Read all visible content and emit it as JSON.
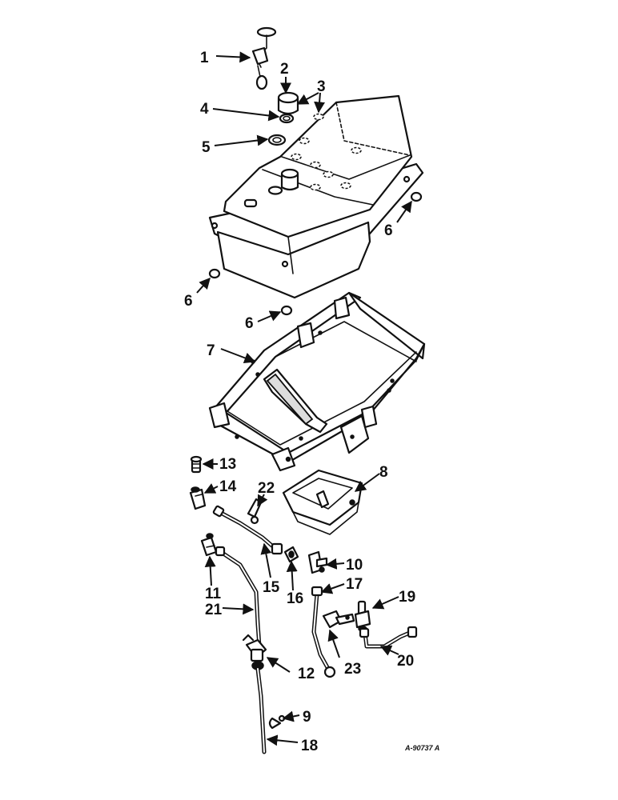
{
  "callouts": {
    "c1": "1",
    "c2": "2",
    "c3": "3",
    "c4": "4",
    "c5": "5",
    "c6a": "6",
    "c6b": "6",
    "c6c": "6",
    "c7": "7",
    "c8": "8",
    "c9": "9",
    "c10": "10",
    "c11": "11",
    "c12": "12",
    "c13": "13",
    "c14": "14",
    "c15": "15",
    "c16": "16",
    "c17": "17",
    "c18": "18",
    "c19": "19",
    "c20": "20",
    "c21": "21",
    "c22": "22",
    "c23": "23"
  },
  "drawing_code": "A-90737 A"
}
